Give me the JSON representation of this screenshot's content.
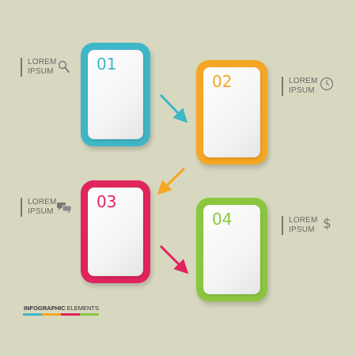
{
  "colors": {
    "background": "#d8d8c0",
    "teal": "#3fb6c8",
    "orange": "#f5a623",
    "pink": "#e0245e",
    "green": "#8cc63f"
  },
  "steps": [
    {
      "number": "01",
      "label_line1": "LOREM",
      "label_line2": "IPSUM",
      "icon": "search-icon"
    },
    {
      "number": "02",
      "label_line1": "LOREM",
      "label_line2": "IPSUM",
      "icon": "clock-icon"
    },
    {
      "number": "03",
      "label_line1": "LOREM",
      "label_line2": "IPSUM",
      "icon": "chat-icon"
    },
    {
      "number": "04",
      "label_line1": "LOREM",
      "label_line2": "IPSUM",
      "icon": "dollar-icon"
    }
  ],
  "footer": {
    "bold": "INFOGRAPHIC",
    "rest": " ELEMENTS"
  }
}
